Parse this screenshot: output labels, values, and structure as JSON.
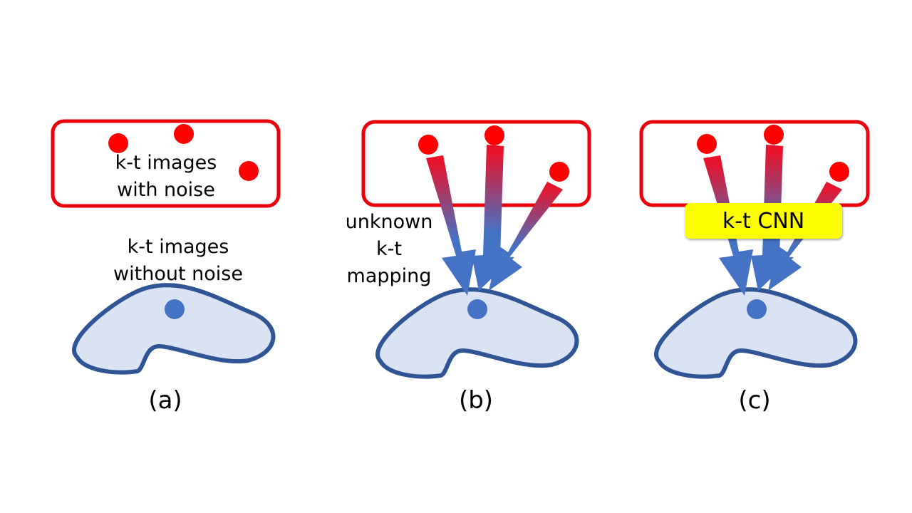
{
  "panel_a": {
    "noisy_label": "k-t images\nwith noise",
    "clean_label": "k-t images\nwithout noise",
    "caption": "(a)"
  },
  "panel_b": {
    "mapping_label": "unknown\nk-t\nmapping",
    "caption": "(b)"
  },
  "panel_c": {
    "cnn_label": "k-t CNN",
    "caption": "(c)"
  },
  "colors": {
    "noisy_box_stroke": "#e8000b",
    "noisy_dot": "#ff0000",
    "manifold_fill": "#dae3f3",
    "manifold_stroke": "#2f5597",
    "clean_dot": "#4472c4",
    "arrow_start": "#e8132a",
    "arrow_end": "#4472c4",
    "cnn_box_fill": "#ffff00"
  }
}
